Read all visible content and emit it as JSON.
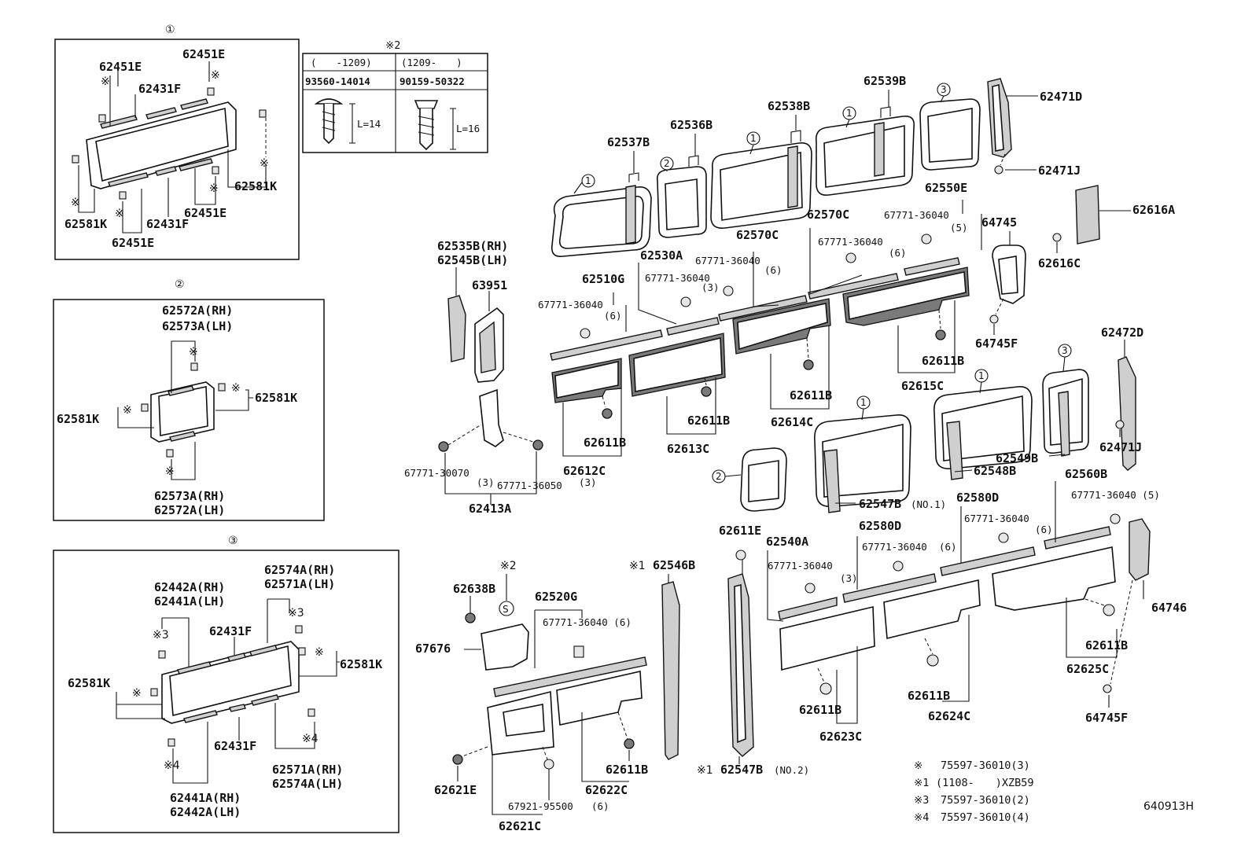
{
  "box_labels": [
    "①",
    "②",
    "③"
  ],
  "box1": {
    "parts": [
      "62451E",
      "62451E",
      "62431F",
      "62581K",
      "62451E",
      "62431F",
      "62581K",
      "62451E"
    ]
  },
  "box2": {
    "parts": [
      "62572A(RH)",
      "62573A(LH)",
      "62581K",
      "62581K",
      "62573A(RH)",
      "62572A(LH)"
    ]
  },
  "box3": {
    "parts": [
      "62574A(RH)",
      "62571A(LH)",
      "62442A(RH)",
      "62441A(LH)",
      "62431F",
      "62581K",
      "62581K",
      "62431F",
      "62571A(RH)",
      "62574A(LH)",
      "62441A(RH)",
      "62442A(LH)"
    ]
  },
  "bolt_table": {
    "title": "※2",
    "col1_range": "(　　-1209)",
    "col2_range": "(1209-　　)",
    "col1_part": "93560-14014",
    "col2_part": "90159-50322",
    "col1_len": "L=14",
    "col2_len": "L=16"
  },
  "marks": {
    "note": "※",
    "note1": "※1",
    "note2": "※2",
    "note3": "※3",
    "note4": "※4",
    "screw": "S",
    "n1": "1",
    "n2": "2",
    "n3": "3"
  },
  "main_labels": {
    "p62537B": "62537B",
    "p62536B": "62536B",
    "p62538B": "62538B",
    "p62539B": "62539B",
    "p62471D": "62471D",
    "p62471J_a": "62471J",
    "p62616A": "62616A",
    "p62616C": "62616C",
    "p64745": "64745",
    "p64745F_a": "64745F",
    "p62550E": "62550E",
    "p62570C_a": "62570C",
    "p62570C_b": "62570C",
    "p62530A": "62530A",
    "p62510G": "62510G",
    "p62535B": "62535B(RH)",
    "p62545B": "62545B(LH)",
    "p63951": "63951",
    "c1": "67771-36040",
    "c1q": "(5)",
    "c2": "67771-36040",
    "c2q": "(6)",
    "c3": "67771-36040",
    "c3q": "(6)",
    "c4": "67771-36040",
    "c4q": "(3)",
    "c5": "67771-36040",
    "c5q": "(6)",
    "p62611B_1": "62611B",
    "p62611B_2": "62611B",
    "p62611B_3": "62611B",
    "p62611B_4": "62611B",
    "p62615C": "62615C",
    "p62614C": "62614C",
    "p62613C": "62613C",
    "p62612C": "62612C",
    "p62413A": "62413A",
    "c6": "67771-30070",
    "c6q": "(3)",
    "c7": "67771-36050",
    "c7q": "(3)",
    "p62472D": "62472D",
    "p62471J_b": "62471J",
    "p62549B": "62549B",
    "p62548B": "62548B",
    "p62547B_1": "62547B",
    "p62547B_1q": "(NO.1)",
    "p62560B": "62560B",
    "c8": "67771-36040 (5)",
    "p62580D_a": "62580D",
    "c9": "67771-36040",
    "c9q": "(6)",
    "p62580D_b": "62580D",
    "c10": "67771-36040",
    "c10q": "(6)",
    "p62611E": "62611E",
    "p62540A": "62540A",
    "c11": "67771-36040",
    "c11q": "(3)",
    "p64746": "64746",
    "p62611B_5": "62611B",
    "p62625C": "62625C",
    "p64745F_b": "64745F",
    "p62611B_6": "62611B",
    "p62624C": "62624C",
    "p62611B_7": "62611B",
    "p62623C": "62623C",
    "p62546B": "62546B",
    "p62547B_2": "62547B",
    "p62547B_2q": "(NO.2)",
    "p62638B": "62638B",
    "p62520G": "62520G",
    "c12": "67771-36040 (6)",
    "p67676": "67676",
    "p62611B_8": "62611B",
    "p62621E": "62621E",
    "c13": "67921-95500",
    "c13q": "(6)",
    "p62622C": "62622C",
    "p62621C": "62621C"
  },
  "legend": {
    "row1_key": "※",
    "row1_val": "75597-36010(3)",
    "row2_key": "※1",
    "row2_val": "(1108-　　)XZB59",
    "row3_key": "※3",
    "row3_val": "75597-36010(2)",
    "row4_key": "※4",
    "row4_val": "75597-36010(4)"
  },
  "diagram_id": "640913H"
}
